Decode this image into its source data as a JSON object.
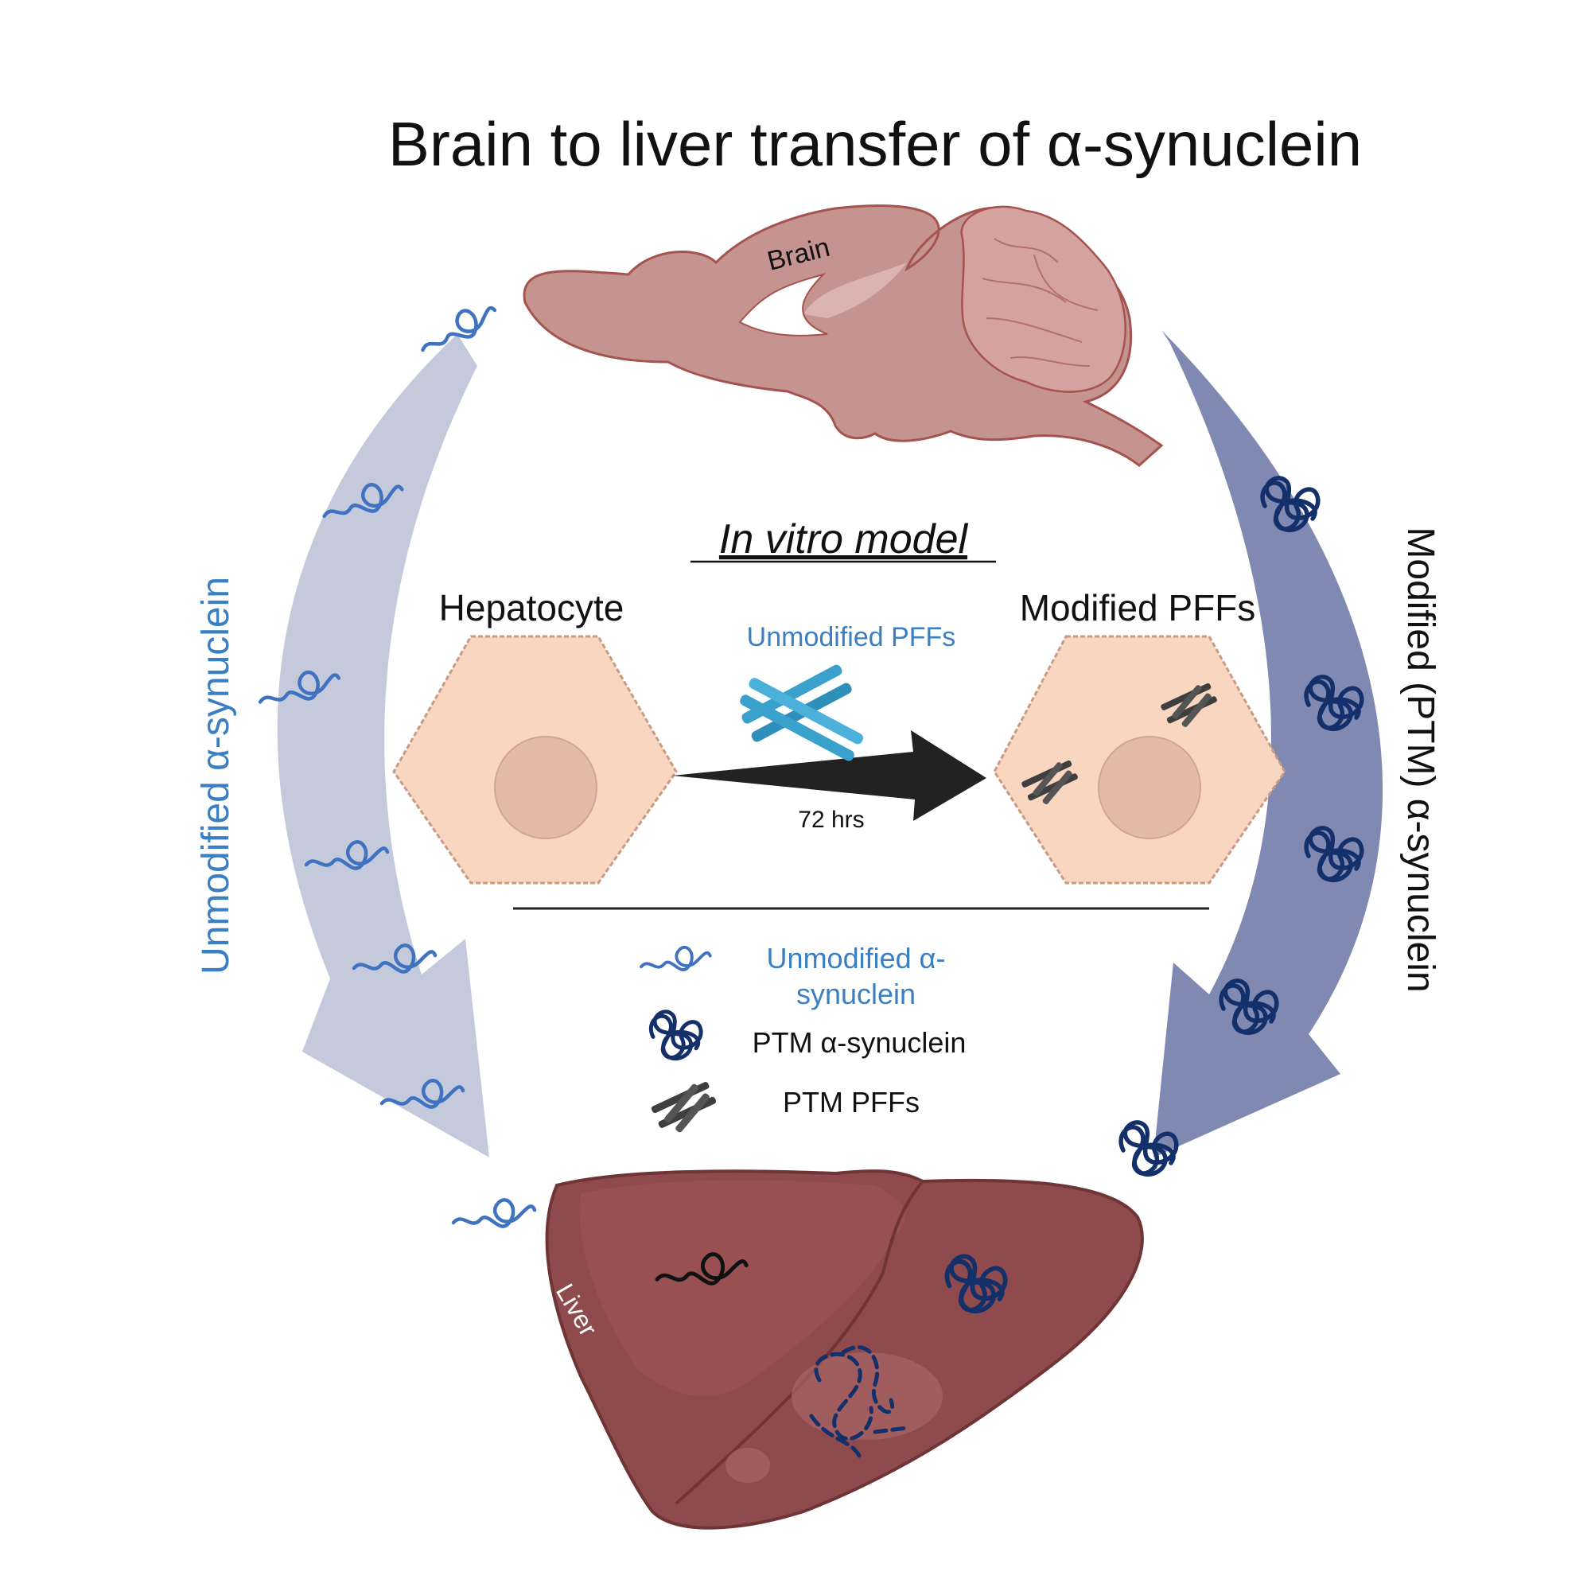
{
  "title": "Brain to liver transfer of α-synuclein",
  "brain_label": "Brain",
  "liver_label": "Liver",
  "left_arrow_label": "Unmodified α-synuclein",
  "right_arrow_label": "Modified (PTM) α-synuclein",
  "in_vitro": {
    "heading": "In vitro model",
    "left_cell_label": "Hepatocyte",
    "right_cell_label": "Modified PFFs",
    "treatment_label": "Unmodified PFFs",
    "duration_label": "72 hrs"
  },
  "legend": {
    "items": [
      {
        "icon": "unmodified-synuclein-icon",
        "label_line1": "Unmodified α-",
        "label_line2": "synuclein",
        "color": "#3a7fc4"
      },
      {
        "icon": "ptm-synuclein-icon",
        "label_line1": "PTM α-synuclein",
        "label_line2": "",
        "color": "#111111"
      },
      {
        "icon": "ptm-pff-icon",
        "label_line1": "PTM PFFs",
        "label_line2": "",
        "color": "#111111"
      }
    ]
  },
  "colors": {
    "left_arrow": "#c4cadb",
    "right_arrow": "#8089b1",
    "unmodified": "#3f72c0",
    "ptm": "#14306a",
    "brain_fill": "#c59491",
    "brain_stroke": "#a5534e",
    "liver_fill": "#8e4a4c",
    "liver_dark": "#743a3c",
    "cell_fill": "#f9d6bf",
    "cell_stroke": "#c99a84",
    "nucleus": "#e3bba8",
    "pff_blue": "#3aa0cc",
    "pff_dark": "#3f3f3f"
  }
}
